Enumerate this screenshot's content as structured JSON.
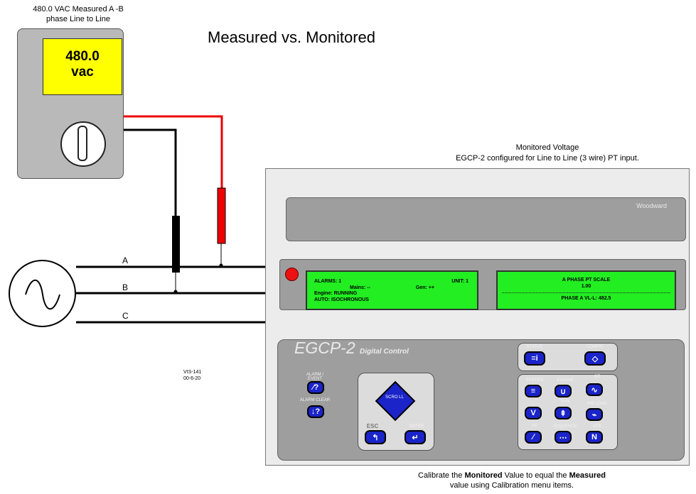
{
  "title": "Measured vs. Monitored",
  "meter": {
    "caption_line1": "480.0 VAC Measured A -B",
    "caption_line2": "phase Line to Line",
    "display_value": "480.0",
    "display_unit": "vac"
  },
  "phases": [
    "A",
    "B",
    "C"
  ],
  "monitored": {
    "caption_line1": "Monitored Voltage",
    "caption_line2": "EGCP-2 configured for Line to Line (3 wire) PT input."
  },
  "device": {
    "brand": "Woodward",
    "logo": "EGCP-2",
    "logo_sub": "Digital Control",
    "lcd_left": {
      "alarms": "ALARMS: 1",
      "unit": "UNIT: 1",
      "mains": "Mains: --",
      "gen": "Gen: ++",
      "engine": "Engine: RUNNING",
      "auto": "AUTO: ISOCHRONOUS"
    },
    "lcd_right": {
      "line1": "A PHASE PT SCALE",
      "line2": "1.00",
      "line3": "PHASE A VL-L: 482.5"
    },
    "keys": {
      "alarm_event": "ALARM / EVENT",
      "alarm_clear": "ALARM CLEAR",
      "scroll": "SCRO LL",
      "esc": "ESC",
      "enter": "ENTER",
      "status": "STATUS",
      "config": "CONFIG",
      "system": "SYSTEM",
      "engine": "ENGINE",
      "ge": "GE",
      "syn": "SYN",
      "kw_load": "KW LOAD",
      "pf": "PF",
      "sequence": "SEQUENCE",
      "ats": "ATS"
    }
  },
  "vis_id_line1": "VIS-141",
  "vis_id_line2": "00-6-20",
  "bottom_note": {
    "text1": "Calibrate the ",
    "bold1": "Monitored",
    "text2": " Value to equal the ",
    "bold2": "Measured",
    "line2": "value using Calibration menu items."
  },
  "colors": {
    "lcd": "#22ee22",
    "meter_display": "#ffff00",
    "key": "#1a24c8",
    "probe_red": "#ee0000",
    "led": "#ee1111"
  }
}
